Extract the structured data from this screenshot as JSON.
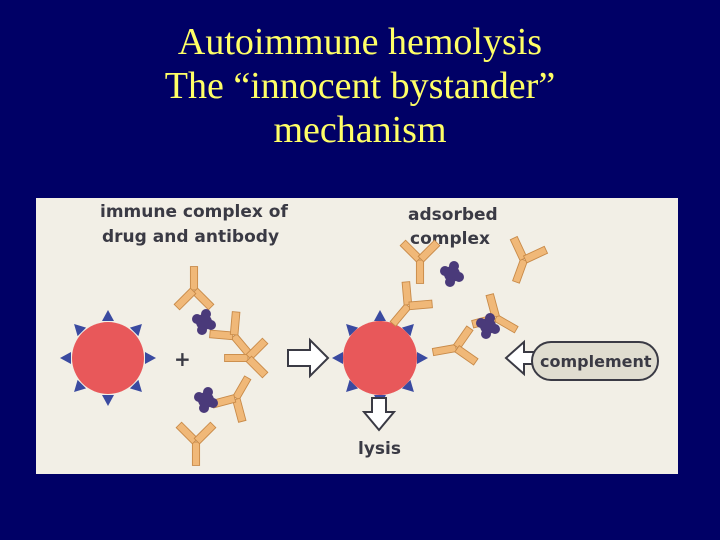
{
  "slide": {
    "title_lines": [
      "Autoimmune hemolysis",
      "The “innocent bystander”",
      "mechanism"
    ]
  },
  "diagram": {
    "label_immune_complex_1": "immune complex of",
    "label_immune_complex_2": "drug and antibody",
    "label_adsorbed_1": "adsorbed",
    "label_adsorbed_2": "complex",
    "plus": "+",
    "label_complement": "complement",
    "label_lysis": "lysis",
    "colors": {
      "background": "#000066",
      "title": "#ffff66",
      "panel": "#f2efe6",
      "cell": "#e8585a",
      "antigen": "#3a4aa0",
      "antibody": "#f0b878",
      "drug": "#4a3a7a"
    }
  }
}
